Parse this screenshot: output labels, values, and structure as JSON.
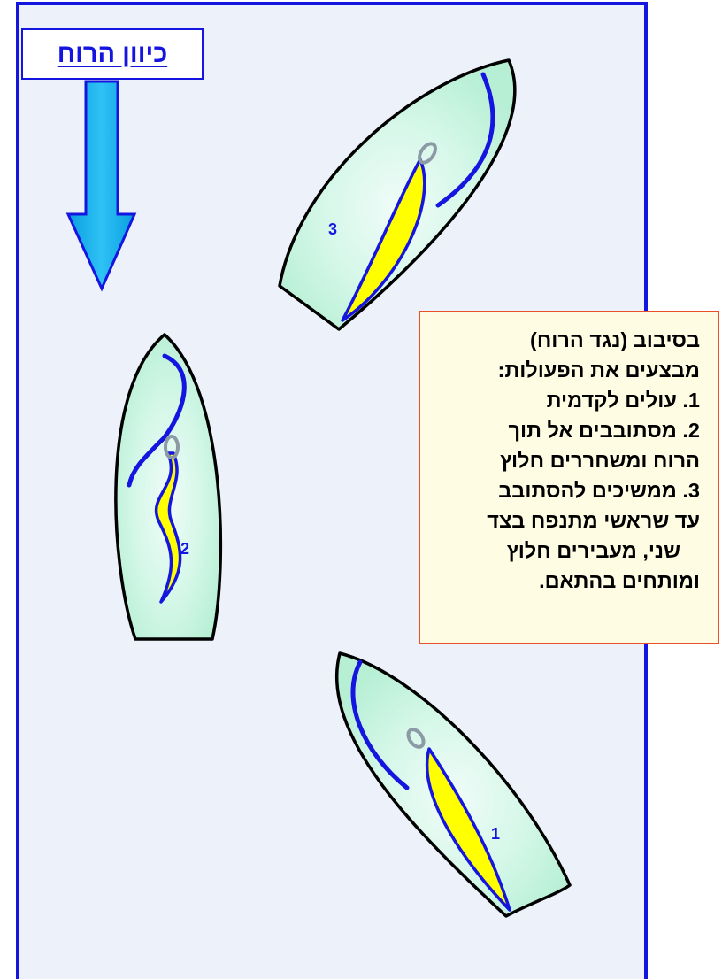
{
  "wind_label": "כיוון הרוח",
  "boats": [
    {
      "number": "3"
    },
    {
      "number": "2"
    },
    {
      "number": "1"
    }
  ],
  "info_box": {
    "lines": [
      "בסיבוב (נגד הרוח)",
      "מבצעים את הפעולות:",
      "1. עולים לקדמית",
      "2. מסתובבים אל תוך",
      "הרוח ומשחררים חלוץ",
      "3. ממשיכים להסתובב",
      "עד שראשי מתנפח בצד",
      "שני, מעבירים חלוץ",
      "ומותחים בהתאם."
    ]
  },
  "colors": {
    "frame": "#1515e0",
    "info_border": "#e8502a",
    "info_fill": "#fefde4",
    "sail_yellow": "#ffff00",
    "wind_arrow": "#18b4ee",
    "hull_fill": "#c8f5e0"
  }
}
